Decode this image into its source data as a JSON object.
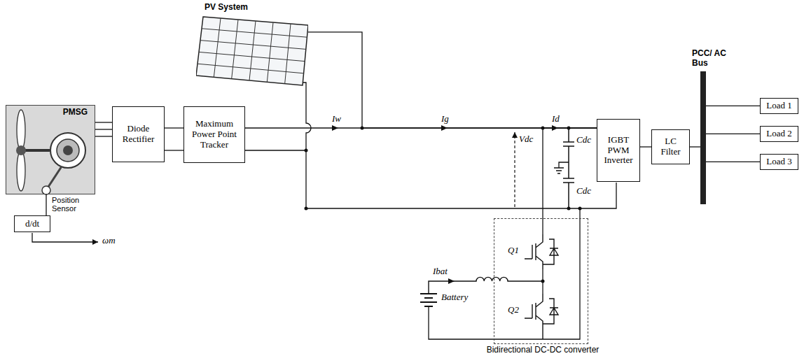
{
  "diagram": {
    "nodes": [
      {
        "text": [
          "PV System"
        ]
      },
      {
        "text": [
          "PMSG"
        ]
      },
      {
        "text": [
          "d/dt"
        ]
      },
      {
        "text": [
          "Diode Rectifier"
        ]
      },
      {
        "text": [
          "Maximum Power Point Tracker"
        ]
      },
      {
        "text": [
          "IGBT PWM Inverter"
        ]
      },
      {
        "text": [
          "LC Filter"
        ]
      },
      {
        "text": [
          "PCC/ AC Bus"
        ]
      },
      {
        "text": [
          "Load 1"
        ]
      },
      {
        "text": [
          "Load 2"
        ]
      },
      {
        "text": [
          "Load 3"
        ]
      },
      {
        "text": [
          "Bidirectional DC-DC converter"
        ]
      }
    ],
    "edges": [
      {
        "from": 1,
        "to": 3,
        "arrow": "none"
      },
      {
        "from": 3,
        "to": 4,
        "arrow": "none"
      },
      {
        "from": 4,
        "to": 5,
        "arrow": "none"
      },
      {
        "from": 0,
        "to": 5,
        "arrow": "none"
      },
      {
        "from": 1,
        "to": 2,
        "arrow": "none"
      },
      {
        "from": 5,
        "to": 6,
        "arrow": "none"
      },
      {
        "from": 6,
        "to": 7,
        "arrow": "none"
      },
      {
        "from": 7,
        "to": 8,
        "arrow": "none"
      },
      {
        "from": 7,
        "to": 9,
        "arrow": "none"
      },
      {
        "from": 7,
        "to": 10,
        "arrow": "none"
      },
      {
        "from": 11,
        "to": 5,
        "arrow": "none"
      }
    ],
    "labels": [
      "Position Sensor",
      "ωm",
      "Iw",
      "Ig",
      "Vdc",
      "Id",
      "Cdc",
      "Cdc",
      "Q1",
      "Q2",
      "Ibat",
      "Battery"
    ]
  }
}
